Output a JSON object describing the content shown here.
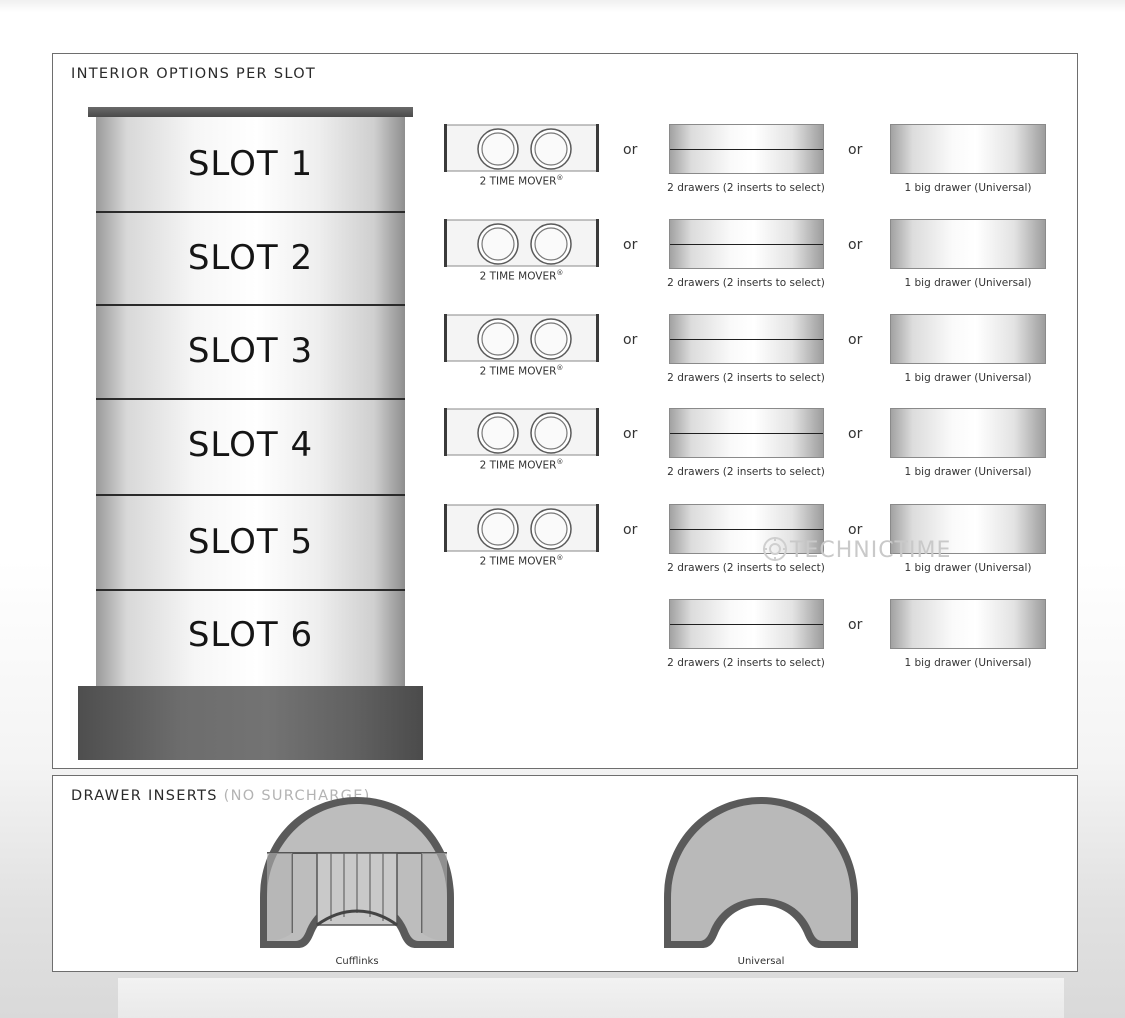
{
  "interior": {
    "title": "INTERIOR OPTIONS PER SLOT",
    "slots": [
      {
        "label": "SLOT 1",
        "time_mover": "2 TIME MOVER",
        "two_drawers": "2 drawers (2 inserts to select)",
        "big_drawer": "1 big drawer (Universal)"
      },
      {
        "label": "SLOT 2",
        "time_mover": "2 TIME MOVER",
        "two_drawers": "2 drawers (2 inserts to select)",
        "big_drawer": "1 big drawer (Universal)"
      },
      {
        "label": "SLOT 3",
        "time_mover": "2 TIME MOVER",
        "two_drawers": "2 drawers (2 inserts to select)",
        "big_drawer": "1 big drawer (Universal)"
      },
      {
        "label": "SLOT 4",
        "time_mover": "2 TIME MOVER",
        "two_drawers": "2 drawers (2 inserts to select)",
        "big_drawer": "1 big drawer (Universal)"
      },
      {
        "label": "SLOT 5",
        "time_mover": "2 TIME MOVER",
        "two_drawers": "2 drawers (2 inserts to select)",
        "big_drawer": "1 big drawer (Universal)"
      },
      {
        "label": "SLOT 6",
        "two_drawers": "2 drawers (2 inserts to select)",
        "big_drawer": "1 big drawer (Universal)"
      }
    ],
    "or_label": "or",
    "registered_mark": "®",
    "watermark": "TECHNICTIME"
  },
  "inserts": {
    "title": "DRAWER INSERTS",
    "subtitle": "(NO SURCHARGE)",
    "items": [
      {
        "label": "Cufflinks",
        "icon": "cufflinks-insert-icon"
      },
      {
        "label": "Universal",
        "icon": "universal-insert-icon"
      }
    ]
  },
  "colors": {
    "panel_border": "#6e6e6e",
    "tower_base": "#6d6d6d",
    "insert_fill": "#b9b9b9",
    "insert_rim": "#5a5a5a"
  }
}
